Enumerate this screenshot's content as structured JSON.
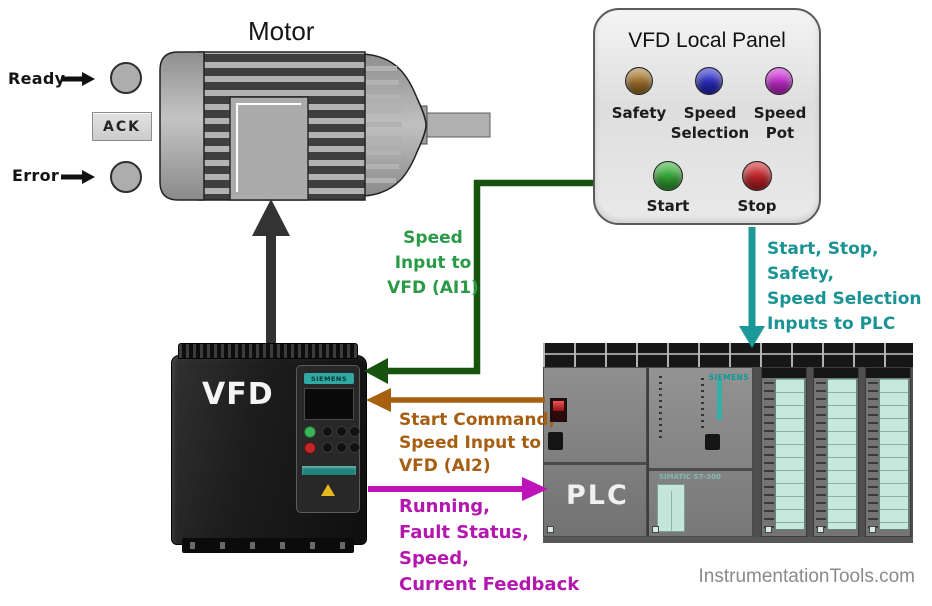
{
  "motor": {
    "title": "Motor"
  },
  "status_indicators": {
    "ready_label": "Ready",
    "ack_label": "ACK",
    "error_label": "Error",
    "led_color": "#adadad"
  },
  "local_panel": {
    "title": "VFD Local Panel",
    "buttons": [
      {
        "label": "Safety",
        "color": "#a8762c"
      },
      {
        "label": "Speed Selection",
        "color": "#2a2cc8"
      },
      {
        "label": "Speed Pot",
        "color": "#cb2cd4"
      },
      {
        "label": "Start",
        "color": "#35ac37"
      },
      {
        "label": "Stop",
        "color": "#c62429"
      }
    ]
  },
  "vfd": {
    "label": "VFD",
    "brand": "SIEMENS"
  },
  "plc": {
    "label": "PLC",
    "brand": "SIEMENS",
    "series": "SIMATIC S7-300"
  },
  "annotations": {
    "speed_input": {
      "lines": [
        "Speed",
        "Input to",
        "VFD (AI1)"
      ],
      "color": "#2a9a47",
      "arrow_color": "#17530f",
      "direction": "panel-to-vfd"
    },
    "panel_to_plc": {
      "lines": [
        "Start, Stop,",
        "Safety,",
        "Speed Selection",
        "Inputs to PLC"
      ],
      "color": "#1a9394",
      "arrow_color": "#1c9898",
      "direction": "panel-to-plc"
    },
    "plc_to_vfd": {
      "lines": [
        "Start Command,",
        "Speed Input to",
        "VFD (AI2)"
      ],
      "color": "#a65e12",
      "arrow_color": "#a6600f",
      "direction": "plc-to-vfd"
    },
    "vfd_to_plc": {
      "lines": [
        "Running,",
        "Fault Status,",
        "Speed,",
        "Current Feedback"
      ],
      "color": "#b317ae",
      "arrow_color": "#bf13ba",
      "direction": "vfd-to-plc"
    },
    "vfd_to_motor": {
      "arrow_color": "#333333",
      "direction": "vfd-to-motor"
    }
  },
  "watermark": "InstrumentationTools.com"
}
